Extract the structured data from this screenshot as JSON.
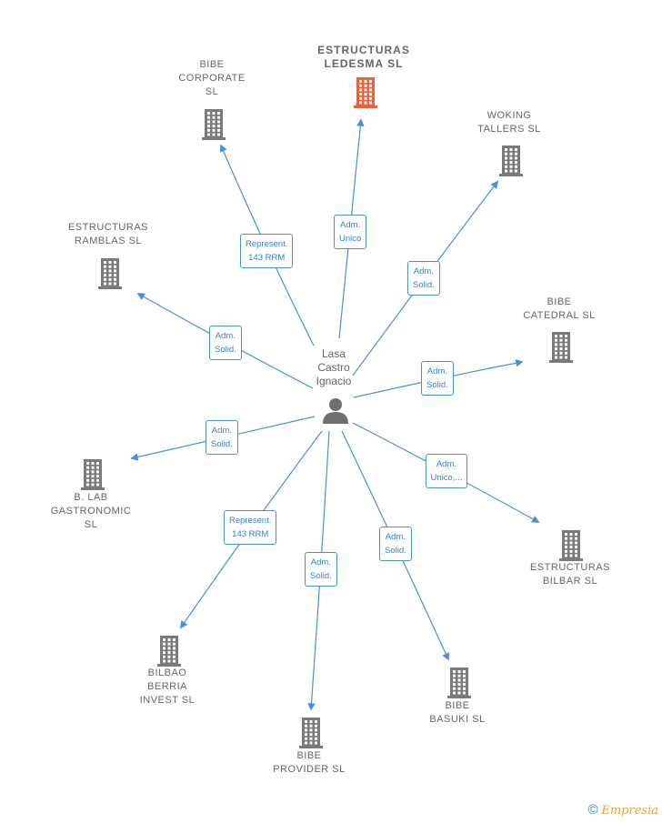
{
  "center": {
    "name": "Lasa\nCastro\nIgnacio"
  },
  "colors": {
    "edge": "#4a90d9",
    "building": "#7a7a7a",
    "highlight": "#f0603a"
  },
  "nodes": [
    {
      "id": "ledesma",
      "label": "ESTRUCTURAS\nLEDESMA  SL",
      "highlight": true
    },
    {
      "id": "corporate",
      "label": "BIBE\nCORPORATE\nSL"
    },
    {
      "id": "woking",
      "label": "WOKING\nTALLERS  SL"
    },
    {
      "id": "ramblas",
      "label": "ESTRUCTURAS\nRAMBLAS  SL"
    },
    {
      "id": "catedral",
      "label": "BIBE\nCATEDRAL  SL"
    },
    {
      "id": "lab",
      "label": "B.  LAB\nGASTRONOMIC\nSL"
    },
    {
      "id": "bilbar",
      "label": "ESTRUCTURAS\nBILBAR  SL"
    },
    {
      "id": "bilbao",
      "label": "BILBAO\nBERRIA\nINVEST  SL"
    },
    {
      "id": "provider",
      "label": "BIBE\nPROVIDER  SL"
    },
    {
      "id": "basuki",
      "label": "BIBE\nBASUKI  SL"
    }
  ],
  "edges": [
    {
      "to": "ledesma",
      "label": "Adm.\nUnico"
    },
    {
      "to": "corporate",
      "label": "Represent.\n143 RRM"
    },
    {
      "to": "woking",
      "label": "Adm.\nSolid."
    },
    {
      "to": "ramblas",
      "label": "Adm.\nSolid."
    },
    {
      "to": "catedral",
      "label": "Adm.\nSolid."
    },
    {
      "to": "lab",
      "label": "Adm.\nSolid."
    },
    {
      "to": "bilbar",
      "label": "Adm.\nUnico,..."
    },
    {
      "to": "bilbao",
      "label": "Represent.\n143 RRM"
    },
    {
      "to": "provider",
      "label": "Adm.\nSolid."
    },
    {
      "to": "basuki",
      "label": "Adm.\nSolid."
    }
  ],
  "footer": {
    "copyright": "©",
    "brand": "Empresia"
  }
}
